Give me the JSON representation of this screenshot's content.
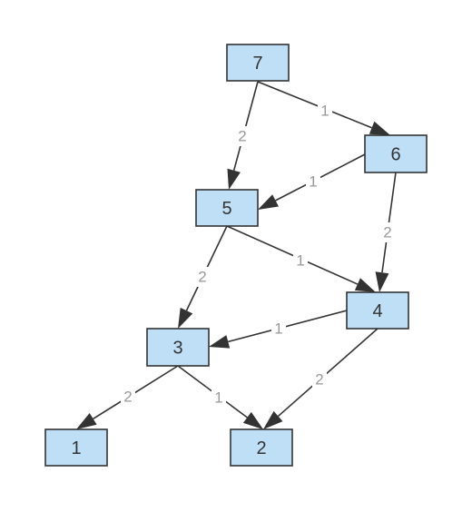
{
  "colors": {
    "node_fill": "#bfdff7",
    "node_stroke": "#333333",
    "edge": "#333333",
    "edge_label": "#999999",
    "background": "#ffffff"
  },
  "nodes": [
    {
      "id": "7",
      "label": "7"
    },
    {
      "id": "6",
      "label": "6"
    },
    {
      "id": "5",
      "label": "5"
    },
    {
      "id": "4",
      "label": "4"
    },
    {
      "id": "3",
      "label": "3"
    },
    {
      "id": "1",
      "label": "1"
    },
    {
      "id": "2",
      "label": "2"
    }
  ],
  "edges": [
    {
      "from": "7",
      "to": "6",
      "label": "1"
    },
    {
      "from": "7",
      "to": "5",
      "label": "2"
    },
    {
      "from": "6",
      "to": "5",
      "label": "1"
    },
    {
      "from": "6",
      "to": "4",
      "label": "2"
    },
    {
      "from": "5",
      "to": "4",
      "label": "1"
    },
    {
      "from": "5",
      "to": "3",
      "label": "2"
    },
    {
      "from": "4",
      "to": "3",
      "label": "1"
    },
    {
      "from": "4",
      "to": "2",
      "label": "2"
    },
    {
      "from": "3",
      "to": "1",
      "label": "2"
    },
    {
      "from": "3",
      "to": "2",
      "label": "1"
    }
  ]
}
